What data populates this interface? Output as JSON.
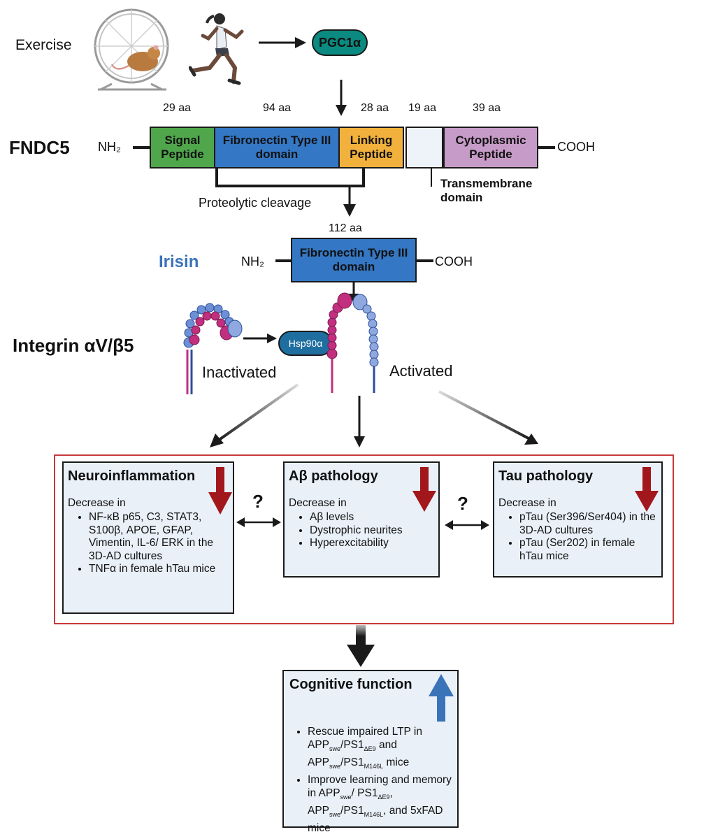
{
  "exercise": {
    "label": "Exercise",
    "pgc1a": "PGC1α"
  },
  "fndc5": {
    "label": "FNDC5",
    "nh2": "NH₂",
    "cooh": "COOH",
    "sizes": [
      "29 aa",
      "94 aa",
      "28 aa",
      "19 aa",
      "39 aa"
    ],
    "domains": [
      {
        "label": "Signal Peptide",
        "color": "#4fa64b"
      },
      {
        "label": "Fibronectin Type III domain",
        "color": "#3477c4"
      },
      {
        "label": "Linking Peptide",
        "color": "#f1b13c"
      },
      {
        "label": "",
        "color": "#eef3fa"
      },
      {
        "label": "Cytoplasmic Peptide",
        "color": "#c79bc8"
      }
    ],
    "transmembrane": "Transmembrane domain",
    "cleavage": "Proteolytic cleavage"
  },
  "irisin": {
    "label": "Irisin",
    "size": "112 aa",
    "domain": "Fibronectin Type III domain",
    "nh2": "NH₂",
    "cooh": "COOH",
    "color": "#3b73b9"
  },
  "integrin": {
    "label": "Integrin αV/β5",
    "hsp": "Hsp90α",
    "inactivated": "Inactivated",
    "activated": "Activated"
  },
  "panels": {
    "neuro": {
      "title": "Neuroinflammation",
      "decrease": "Decrease in",
      "items": [
        "NF-κB p65, C3, STAT3, S100β, APOE, GFAP, Vimentin, IL-6/ ERK in the 3D-AD cultures",
        "TNFα in female hTau mice"
      ]
    },
    "abeta": {
      "title": "Aβ pathology",
      "decrease": "Decrease in",
      "items": [
        "Aβ levels",
        "Dystrophic neurites",
        "Hyperexcitability"
      ]
    },
    "tau": {
      "title": "Tau pathology",
      "decrease": "Decrease in",
      "items": [
        "pTau (Ser396/Ser404) in the 3D-AD cultures",
        "pTau (Ser202) in female hTau mice"
      ]
    },
    "question": "?"
  },
  "cognitive": {
    "title": "Cognitive function",
    "items": [
      "Rescue impaired LTP in APPswe/PS1ΔE9 and APPswe/PS1M146L mice",
      "Improve learning and memory in APPswe/ PS1ΔE9, APPswe/PS1M146L, and 5xFAD mice"
    ]
  },
  "colors": {
    "down_arrow": "#a1171c",
    "up_arrow": "#3b73b9",
    "frame": "#c8383a",
    "panel_bg": "#e9f0f8"
  }
}
